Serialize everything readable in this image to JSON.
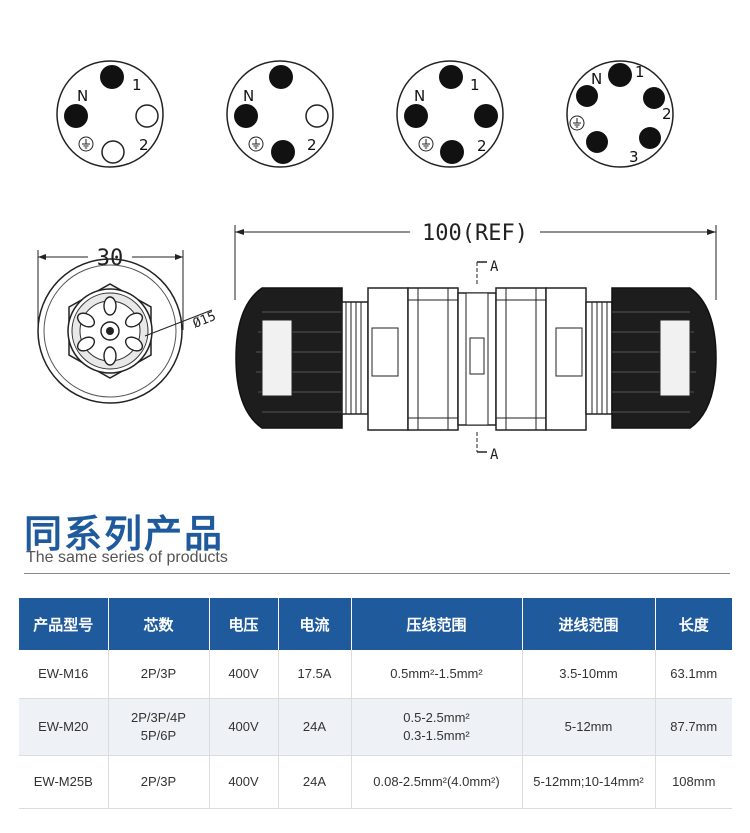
{
  "pin_diagrams": [
    {
      "labels": [
        "1",
        "N",
        "2"
      ]
    },
    {
      "labels": [
        "N",
        "2"
      ]
    },
    {
      "labels": [
        "N",
        "1",
        "2"
      ]
    },
    {
      "labels": [
        "N",
        "1",
        "2",
        "3"
      ]
    }
  ],
  "drawing": {
    "width_dim": "30",
    "length_dim": "100(REF)",
    "diameter_dim": "Ø15",
    "section_mark": "A"
  },
  "section": {
    "title": "同系列产品",
    "subtitle": "The same series of products"
  },
  "table": {
    "headers": [
      "产品型号",
      "芯数",
      "电压",
      "电流",
      "压线范围",
      "进线范围",
      "长度"
    ],
    "rows": [
      {
        "model": "EW-M16",
        "cores": [
          "2P/3P"
        ],
        "voltage": "400V",
        "current": "17.5A",
        "wire_range": [
          "0.5mm²-1.5mm²"
        ],
        "entry_range": "3.5-10mm",
        "length": "63.1mm"
      },
      {
        "model": "EW-M20",
        "cores": [
          "2P/3P/4P",
          "5P/6P"
        ],
        "voltage": "400V",
        "current": "24A",
        "wire_range": [
          "0.5-2.5mm²",
          "0.3-1.5mm²"
        ],
        "entry_range": "5-12mm",
        "length": "87.7mm"
      },
      {
        "model": "EW-M25B",
        "cores": [
          "2P/3P"
        ],
        "voltage": "400V",
        "current": "24A",
        "wire_range": [
          "0.08-2.5mm²(4.0mm²)"
        ],
        "entry_range": "5-12mm;10-14mm²",
        "length": "108mm"
      }
    ]
  },
  "colors": {
    "accent": "#1f5a9c",
    "row_alt": "#eef1f5"
  }
}
